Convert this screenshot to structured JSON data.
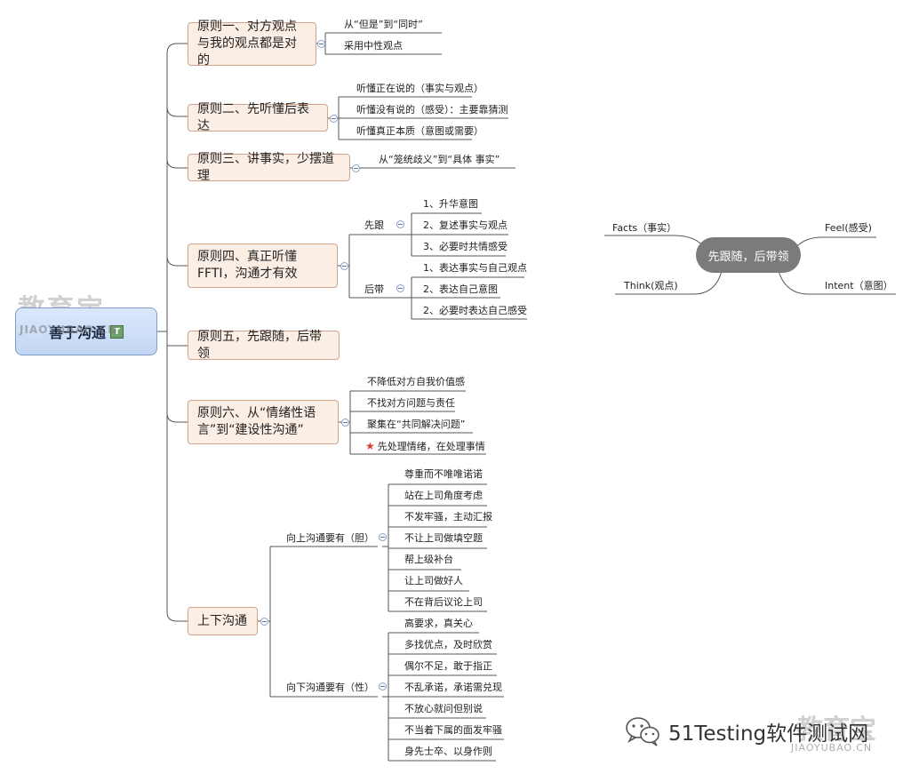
{
  "central": {
    "title": "善于沟通",
    "badge": "T"
  },
  "watermark": {
    "top": "教育宝",
    "sub": "JIAOYUBAO.CN"
  },
  "principles": [
    {
      "label": "原则一、对方观点与我的观点都是对的",
      "children": [
        "从“但是”到“同时”",
        "采用中性观点"
      ]
    },
    {
      "label": "原则二、先听懂后表达",
      "children": [
        "听懂正在说的（事实与观点）",
        "听懂没有说的（感受）：主要靠猜测",
        "听懂真正本质（意图或需要）"
      ]
    },
    {
      "label": "原则三、讲事实，少摆道理",
      "children": [
        "从“笼统歧义”到“具体 事实”"
      ]
    },
    {
      "label": "原则四、真正听懂FFTI，沟通才有效",
      "groups": [
        {
          "label": "先跟",
          "children": [
            "1、升华意图",
            "2、复述事实与观点",
            "3、必要时共情感受"
          ]
        },
        {
          "label": "后带",
          "children": [
            "1、表达事实与自己观点",
            "2、表达自己意图",
            "2、必要时表达自己感受"
          ]
        }
      ]
    },
    {
      "label": "原则五，先跟随，后带领"
    },
    {
      "label": "原则六、从“情绪性语言”到“建设性沟通”",
      "children": [
        "不降低对方自我价值感",
        "不找对方问题与责任",
        "聚集在“共同解决问题”",
        "先处理情绪，在处理事情"
      ]
    },
    {
      "label": "上下沟通",
      "groups": [
        {
          "label": "向上沟通要有（胆）",
          "children": [
            "尊重而不唯唯诺诺",
            "站在上司角度考虑",
            "不发牢骚，主动汇报",
            "不让上司做填空题",
            "帮上级补台",
            "让上司做好人",
            "不在背后议论上司"
          ]
        },
        {
          "label": "向下沟通要有（性）",
          "children": [
            "高要求，真关心",
            "多找优点，及时欣赏",
            "偶尔不足，敢于指正",
            "不乱承诺，承诺需兑现",
            "不放心就问但别说",
            "不当着下属的面发牢骚",
            "身先士卒、以身作则"
          ]
        }
      ]
    }
  ],
  "floating": {
    "center": "先跟随，后带领",
    "facts": "Facts（事实）",
    "feel": "Feel(感受)",
    "think": "Think(观点)",
    "intent": "Intent（意图）"
  },
  "brand": {
    "text": "51Testing软件测试网",
    "watermark": "教育宝",
    "watermark_sub": "JIAOYUBAO.CN"
  },
  "icons": {
    "star": "star-icon",
    "wechat": "wechat-icon",
    "collapse": "collapse-icon"
  },
  "colors": {
    "topic_fill": "#fbeee4",
    "topic_border": "#d3a48a",
    "root_fill": "#c9dbf5",
    "star": "#d64032"
  }
}
